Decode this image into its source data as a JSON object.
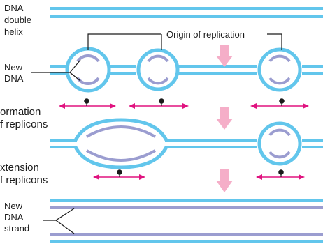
{
  "labels": {
    "dna_double_helix": [
      "DNA",
      "double",
      "helix"
    ],
    "origin_of_replication": "Origin of replication",
    "new_dna": [
      "New",
      "DNA"
    ],
    "formation_of_replicons": [
      "ormation",
      "f replicons"
    ],
    "extension_of_replicons": [
      "xtension",
      "f replicons"
    ],
    "new_dna_strand": [
      "New",
      "DNA",
      "strand"
    ]
  },
  "colors": {
    "parental_strand": "#62c6ec",
    "new_strand": "#9b9dd0",
    "arrow": "#e0127f",
    "step_arrow": "#f5aec8",
    "leader_line": "#1a1a1a"
  }
}
